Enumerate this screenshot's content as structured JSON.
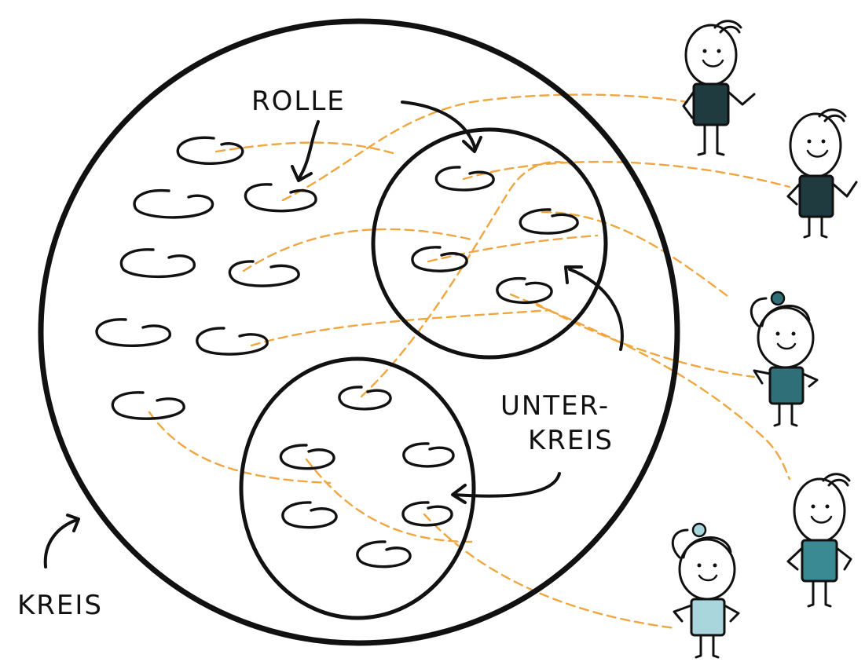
{
  "labels": {
    "rolle": "ROLLE",
    "unterkreis_line1": "UNTER-",
    "unterkreis_line2": "KREIS",
    "kreis": "KREIS"
  },
  "colors": {
    "ink": "#111111",
    "connector": "#f0a640",
    "shirt_dark": "#1f3b40",
    "shirt_mid": "#2f6f78",
    "shirt_teal": "#3a8a93",
    "shirt_light": "#a9d6dc"
  },
  "icons": [
    "role-loop-icon",
    "arrow-icon",
    "person-icon"
  ]
}
